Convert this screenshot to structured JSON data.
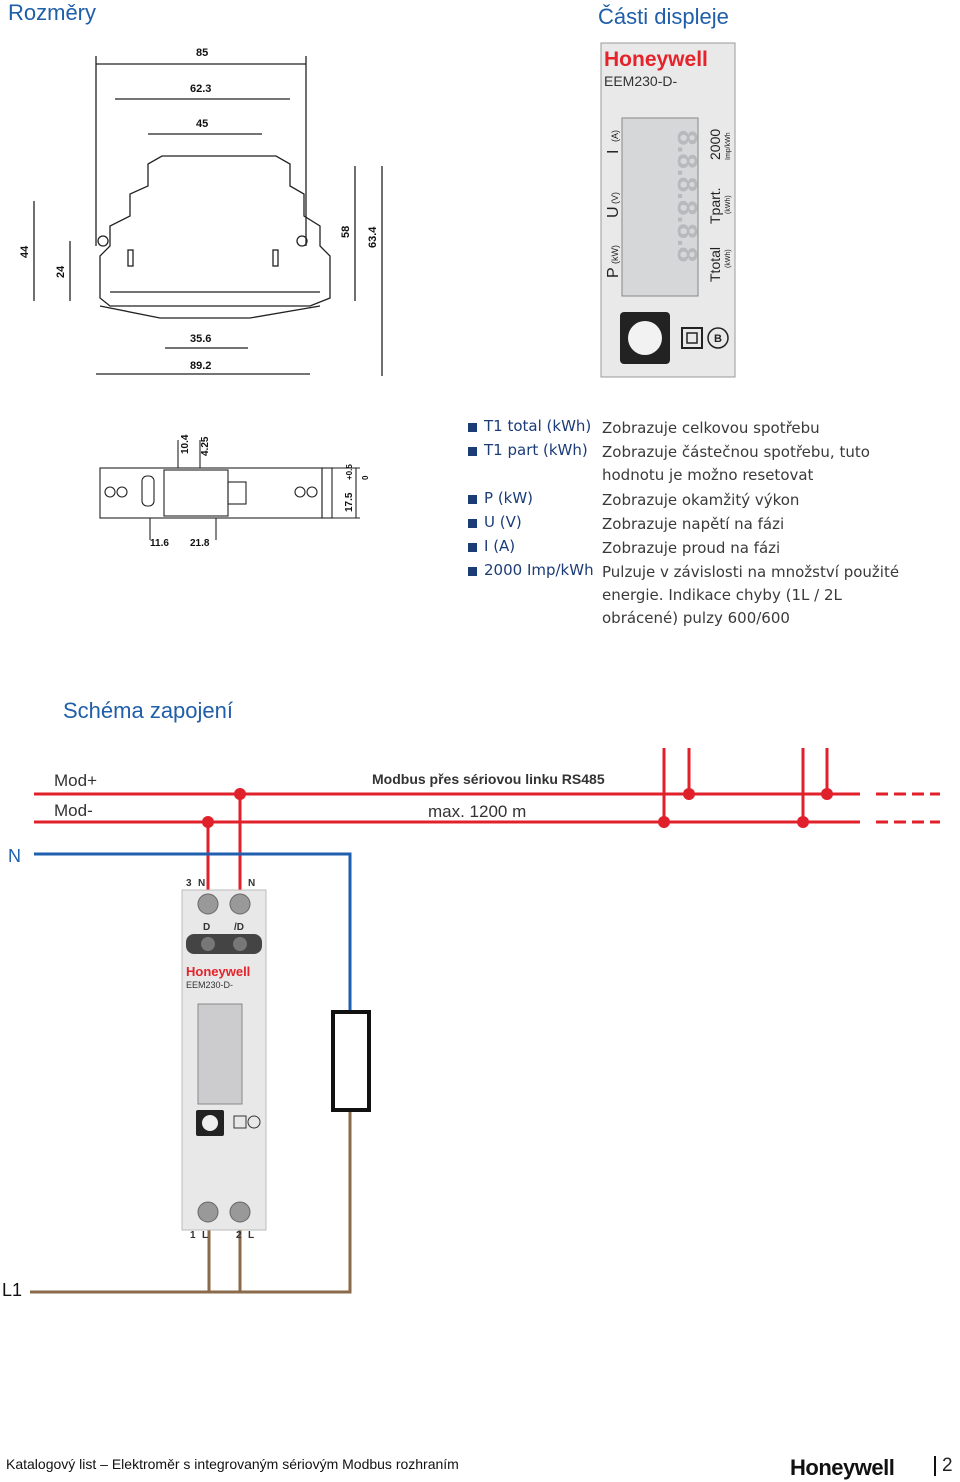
{
  "sections": {
    "dimensions_title": "Rozměry",
    "display_title": "Části displeje",
    "wiring_title": "Schéma zapojení"
  },
  "dimensions": {
    "top_widths": [
      "85",
      "62.3",
      "45"
    ],
    "heights": [
      "44",
      "24",
      "58",
      "63.4"
    ],
    "bottom_widths": [
      "35.6",
      "89.2"
    ],
    "small": [
      "10.4",
      "4.25",
      "11.6",
      "21.8",
      "17.5",
      "+0.5",
      "0"
    ]
  },
  "display": {
    "brand": "Honeywell",
    "model": "EEM230-D-",
    "labels": {
      "i": "I",
      "i_unit": "(A)",
      "u": "U",
      "u_unit": "(V)",
      "p": "P",
      "p_unit": "(kW)",
      "imp": "2000",
      "imp_unit": "Imp/kWh",
      "tpart": "Tpart.",
      "tpart_unit": "(kWh)",
      "ttotal": "Ttotal",
      "ttotal_unit": "(kWh)",
      "segments": "8.8.8.8.8.8",
      "b_badge": "B"
    }
  },
  "legend": [
    {
      "key": "T1 total (kWh)",
      "desc": "Zobrazuje celkovou spotřebu"
    },
    {
      "key": "T1 part (kWh)",
      "desc": "Zobrazuje částečnou spotřebu, tuto hodnotu je možno resetovat"
    },
    {
      "key": "P (kW)",
      "desc": "Zobrazuje okamžitý výkon"
    },
    {
      "key": "U (V)",
      "desc": "Zobrazuje napětí na fázi"
    },
    {
      "key": "I (A)",
      "desc": "Zobrazuje proud na fázi"
    },
    {
      "key": "2000 Imp/kWh",
      "desc": "Pulzuje v závislosti na množství použité energie. Indikace chyby (1L / 2L obrácené) pulzy 600/600"
    }
  ],
  "wiring": {
    "mod_plus": "Mod+",
    "mod_minus": "Mod-",
    "bus_label": "Modbus přes sériovou linku RS485",
    "max_length": "max. 1200 m",
    "neutral": "N",
    "line": "L1",
    "terminals_top": [
      "3",
      "N",
      "N"
    ],
    "terminals_dd": [
      "D",
      "/D"
    ],
    "terminals_bottom": [
      "1",
      "L",
      "2",
      "L"
    ],
    "brand": "Honeywell",
    "model": "EEM230-D-"
  },
  "footer": {
    "text": "Katalogový list – Elektroměr s integrovaným sériovým Modbus rozhraním",
    "brand": "Honeywell",
    "page": "2"
  },
  "colors": {
    "heading": "#1f5ea8",
    "red": "#e0202a",
    "blue": "#1f5fb0",
    "brown": "#8a6a4a"
  }
}
